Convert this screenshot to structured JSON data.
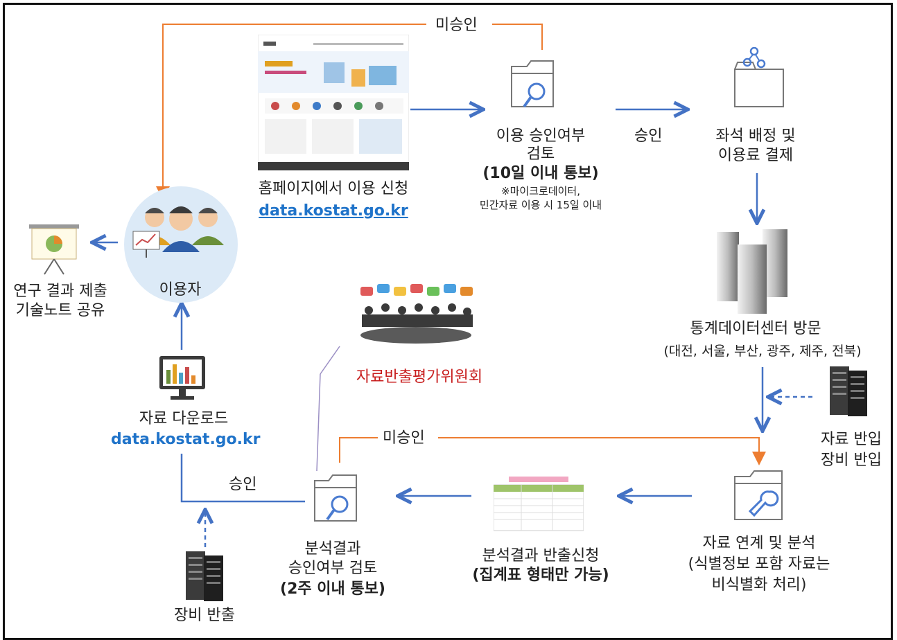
{
  "labels": {
    "unapproved_top": "미승인",
    "unapproved_mid": "미승인",
    "approved_top": "승인",
    "approved_bottom": "승인",
    "homepage_apply": "홈페이지에서 이용 신청",
    "homepage_url": "data.kostat.go.kr",
    "review_line1": "이용 승인여부",
    "review_line2": "검토",
    "review_line3": "(10일 이내 통보)",
    "review_note1": "※마이크로데이터,",
    "review_note2": "민간자료 이용 시 15일 이내",
    "seat_line1": "좌석 배정 및",
    "seat_line2": "이용료 결제",
    "user": "이용자",
    "research_line1": "연구 결과 제출",
    "research_line2": "기술노트 공유",
    "center_line1": "통계데이터센터 방문",
    "center_line2": "(대전, 서울, 부산, 광주, 제주, 전북)",
    "bringin_line1": "자료 반입",
    "bringin_line2": "장비 반입",
    "committee": "자료반출평가위원회",
    "download_line1": "자료 다운로드",
    "download_url": "data.kostat.go.kr",
    "analysis_line1": "자료 연계 및 분석",
    "analysis_line2": "(식별정보 포함 자료는",
    "analysis_line3": "비식별화 처리)",
    "export_req_line1": "분석결과 반출신청",
    "export_req_line2": "(집계표 형태만 가능)",
    "result_review_line1": "분석결과",
    "result_review_line2": "승인여부 검토",
    "result_review_line3": "(2주 이내 통보)",
    "equipment_out": "장비 반출"
  },
  "colors": {
    "blue_arrow": "#4472c4",
    "orange_line": "#ed7d31",
    "purple_line": "#9b8fc4",
    "link_blue": "#1f73c9",
    "committee_red": "#c81e1e",
    "user_circle": "#dceaf7"
  }
}
